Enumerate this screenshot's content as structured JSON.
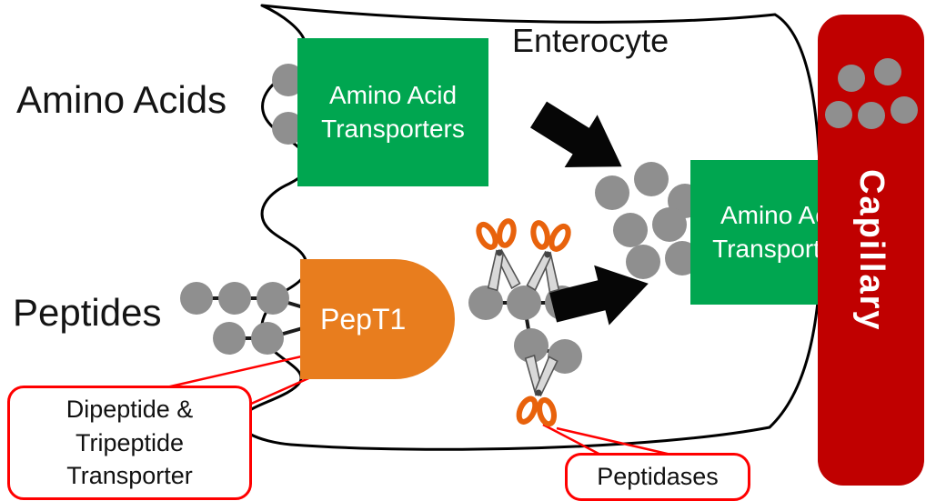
{
  "labels": {
    "enterocyte": "Enterocyte",
    "amino_acids": "Amino Acids",
    "peptides": "Peptides",
    "pept1": "PepT1",
    "capillary": "Capillary"
  },
  "transporter_box": {
    "line1": "Amino Acid",
    "line2": "Transporters"
  },
  "callouts": {
    "pept1": {
      "line1": "Dipeptide &",
      "line2": "Tripeptide",
      "line3": "Transporter"
    },
    "peptidases": {
      "label": "Peptidases"
    }
  },
  "colors": {
    "transporter-green": "#00A650",
    "pept1-orange": "#E87D1E",
    "capillary-red": "#C00000",
    "callout-red": "#FF0000",
    "molecule-gray": "#8F8F8F",
    "scissor-handle-orange": "#E8620C"
  }
}
